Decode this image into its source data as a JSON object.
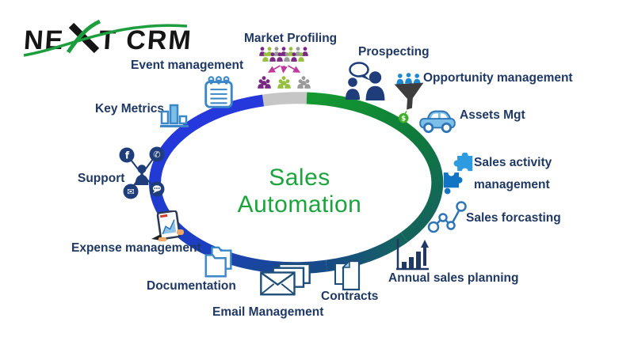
{
  "logo": {
    "part1": "NE",
    "part2": "T CRM",
    "name": "NEXT CRM"
  },
  "center": {
    "title": "Sales Automation"
  },
  "items": [
    {
      "label": "Market Profiling",
      "icon": "audience-crowd-icon"
    },
    {
      "label": "Prospecting",
      "icon": "people-chat-icon"
    },
    {
      "label": "Opportunity management",
      "icon": "funnel-icon"
    },
    {
      "label": "Assets Mgt",
      "icon": "car-icon"
    },
    {
      "label": "Sales activity management",
      "icon": "puzzle-icon"
    },
    {
      "label": "Sales forcasting",
      "icon": "network-nodes-icon"
    },
    {
      "label": "Annual sales planning",
      "icon": "bar-chart-arrow-icon"
    },
    {
      "label": "Contracts",
      "icon": "document-icon"
    },
    {
      "label": "Email Management",
      "icon": "envelopes-icon"
    },
    {
      "label": "Documentation",
      "icon": "folders-icon"
    },
    {
      "label": "Expense management",
      "icon": "tablet-hands-icon"
    },
    {
      "label": "Support",
      "icon": "person-social-icon"
    },
    {
      "label": "Key Metrics",
      "icon": "bars-icon"
    },
    {
      "label": "Event management",
      "icon": "notepad-icon"
    }
  ],
  "icon_glyphs": {
    "dollar": "$",
    "facebook": "f",
    "phone": "✆",
    "mail": "✉"
  },
  "colors": {
    "label_navy": "#1F3864",
    "center_green": "#1CA43C",
    "ring_blue_bright": "#2438DC",
    "ring_blue_navy": "#164B86",
    "ring_green": "#149A30",
    "ring_teal": "#15645C",
    "ring_gray": "#C6C6C6",
    "logo_green": "#1D9E3E",
    "icon_light_blue": "#3B87C8",
    "icon_navy": "#1F3D7A"
  }
}
